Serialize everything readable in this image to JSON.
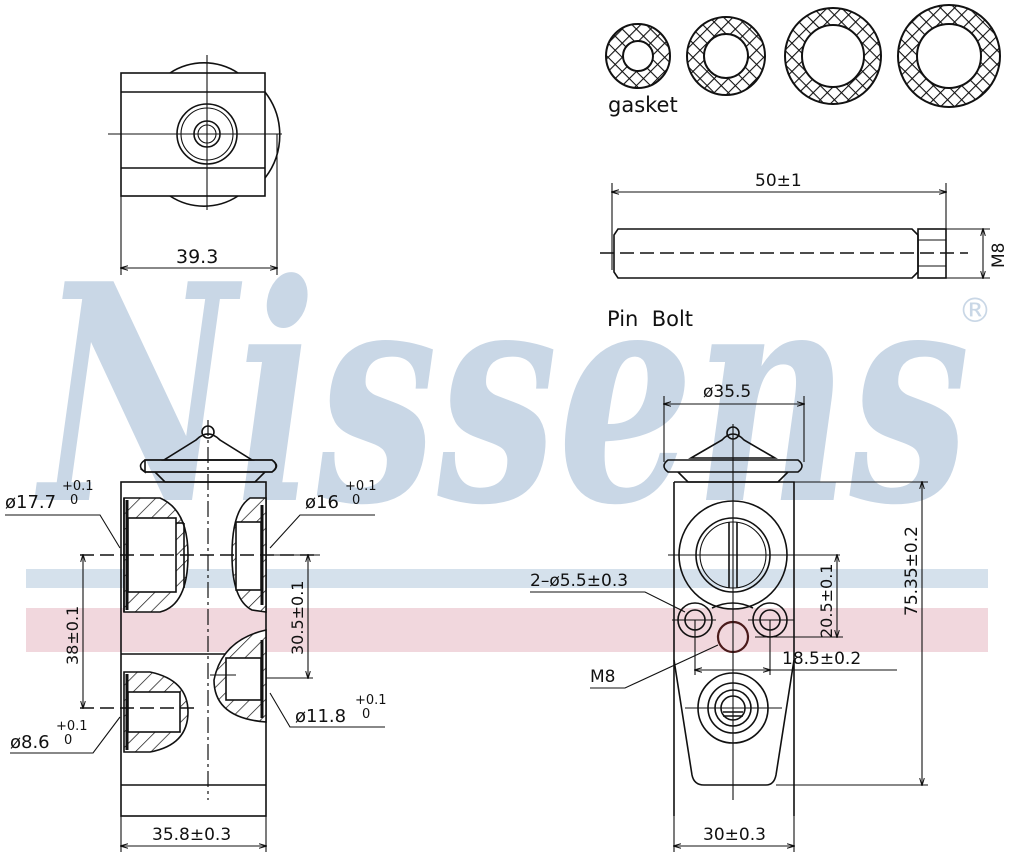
{
  "watermark": {
    "brand": "Nissens",
    "registered_mark": "®",
    "color": "#c9d7e6",
    "band_blue_color": "#d5e1ec",
    "band_pink_color": "#f1d7dd"
  },
  "views": {
    "top_view": {
      "width_dim": "39.3"
    },
    "gaskets": {
      "label": "gasket",
      "count": 4
    },
    "pin_bolt": {
      "label": "Pin  Bolt",
      "length_dim": "50±1",
      "thread_dim": "M8"
    },
    "front_section": {
      "port_top_left": {
        "dia": "ø17.7",
        "tol_upper": "+0.1",
        "tol_lower": "0"
      },
      "port_top_right": {
        "dia": "ø16",
        "tol_upper": "+0.1",
        "tol_lower": "0"
      },
      "port_bottom_left": {
        "dia": "ø8.6",
        "tol_upper": "+0.1",
        "tol_lower": "0"
      },
      "port_bottom_right": {
        "dia": "ø11.8",
        "tol_upper": "+0.1",
        "tol_lower": "0"
      },
      "height_left_dim": "38±0.1",
      "height_right_dim": "30.5±0.1",
      "width_dim": "35.8±0.3"
    },
    "side_view": {
      "head_dia_dim": "ø35.5",
      "holes_dim": "2–ø5.5±0.3",
      "thread_label": "M8",
      "vertical_offset_dim": "20.5±0.1",
      "hole_spacing_dim": "18.5±0.2",
      "total_height_dim": "75.35±0.2",
      "width_dim": "30±0.3"
    }
  }
}
